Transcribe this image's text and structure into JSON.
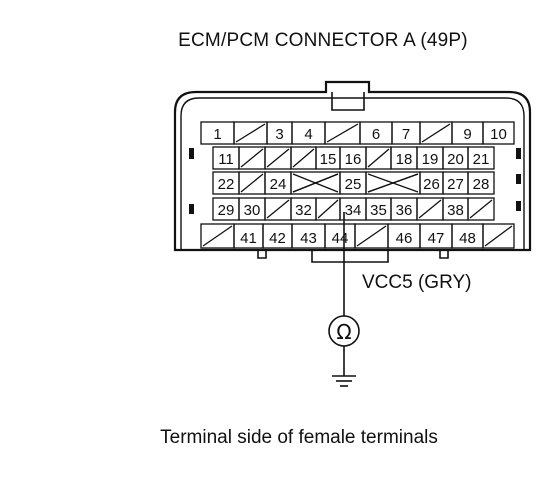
{
  "title": "ECM/PCM CONNECTOR A (49P)",
  "caption": "Terminal side of female terminals",
  "wire_label": "VCC5 (GRY)",
  "meter_symbol": "Ω",
  "meter_type": "ohmmeter-icon",
  "ground_type": "ground-icon",
  "highlighted_terminal": "34",
  "terminal_rows": [
    [
      "1",
      "",
      "3",
      "4",
      "",
      "6",
      "7",
      "",
      "9",
      "10"
    ],
    [
      "11",
      "",
      "",
      "15",
      "16",
      "",
      "18",
      "19",
      "20",
      "21"
    ],
    [
      "22",
      "",
      "24",
      "",
      "25",
      "",
      "26",
      "27",
      "28"
    ],
    [
      "29",
      "30",
      "",
      "32",
      "",
      "34",
      "35",
      "36",
      "",
      "38",
      ""
    ],
    [
      "",
      "41",
      "42",
      "43",
      "44",
      "",
      "46",
      "47",
      "48",
      ""
    ]
  ]
}
